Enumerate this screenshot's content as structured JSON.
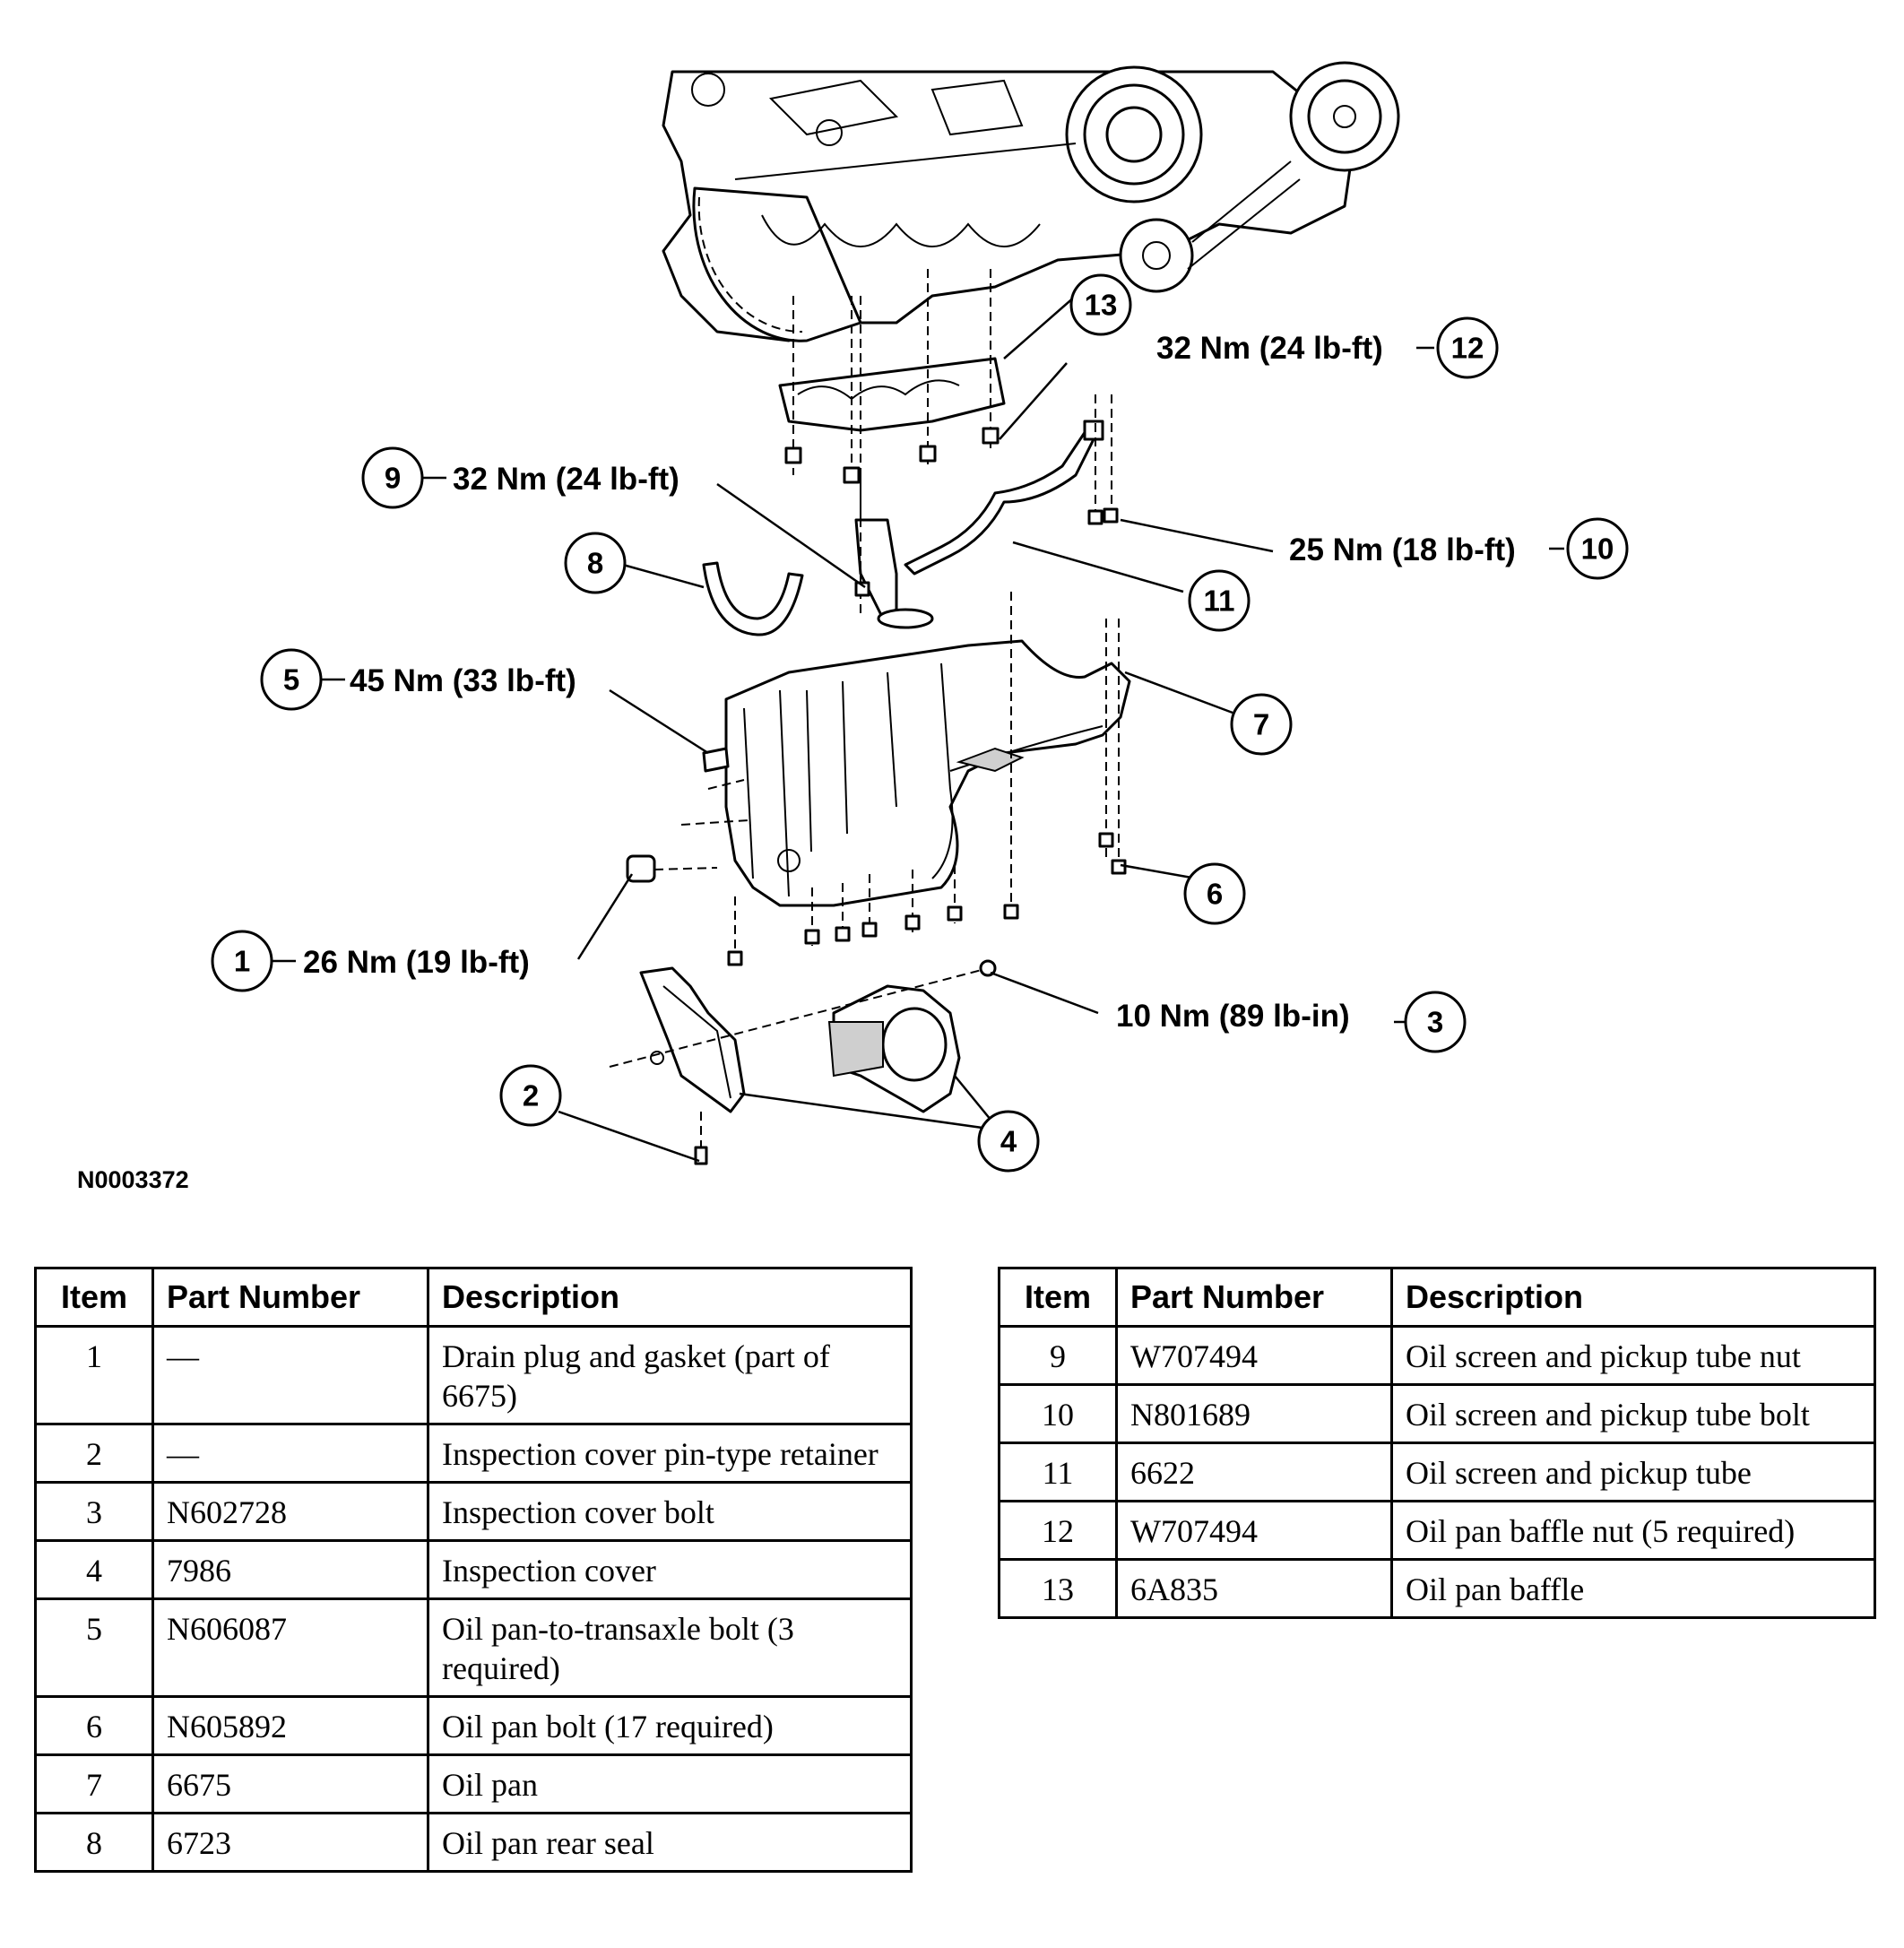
{
  "diagram": {
    "reference_code": "N0003372",
    "callouts": [
      {
        "item": "1",
        "torque": "26 Nm (19 lb-ft)"
      },
      {
        "item": "2",
        "torque": ""
      },
      {
        "item": "3",
        "torque": "10 Nm (89 lb-in)"
      },
      {
        "item": "4",
        "torque": ""
      },
      {
        "item": "5",
        "torque": "45 Nm (33 lb-ft)"
      },
      {
        "item": "6",
        "torque": ""
      },
      {
        "item": "7",
        "torque": ""
      },
      {
        "item": "8",
        "torque": ""
      },
      {
        "item": "9",
        "torque": "32 Nm (24 lb-ft)"
      },
      {
        "item": "10",
        "torque": "25 Nm (18 lb-ft)"
      },
      {
        "item": "11",
        "torque": ""
      },
      {
        "item": "12",
        "torque": "32 Nm (24 lb-ft)"
      },
      {
        "item": "13",
        "torque": ""
      }
    ]
  },
  "table": {
    "headers": {
      "item": "Item",
      "part_number": "Part Number",
      "description": "Description"
    },
    "left_rows": [
      {
        "item": "1",
        "part_number": "—",
        "description": "Drain plug and gasket (part of 6675)"
      },
      {
        "item": "2",
        "part_number": "—",
        "description": "Inspection cover pin-type retainer"
      },
      {
        "item": "3",
        "part_number": "N602728",
        "description": "Inspection cover bolt"
      },
      {
        "item": "4",
        "part_number": "7986",
        "description": "Inspection cover"
      },
      {
        "item": "5",
        "part_number": "N606087",
        "description": "Oil pan-to-transaxle bolt (3 required)"
      },
      {
        "item": "6",
        "part_number": "N605892",
        "description": "Oil pan bolt (17 required)"
      },
      {
        "item": "7",
        "part_number": "6675",
        "description": "Oil pan"
      },
      {
        "item": "8",
        "part_number": "6723",
        "description": "Oil pan rear seal"
      }
    ],
    "right_rows": [
      {
        "item": "9",
        "part_number": "W707494",
        "description": "Oil screen and pickup tube nut"
      },
      {
        "item": "10",
        "part_number": "N801689",
        "description": "Oil screen and pickup tube bolt"
      },
      {
        "item": "11",
        "part_number": "6622",
        "description": "Oil screen and pickup tube"
      },
      {
        "item": "12",
        "part_number": "W707494",
        "description": "Oil pan baffle nut (5 required)"
      },
      {
        "item": "13",
        "part_number": "6A835",
        "description": "Oil pan baffle"
      }
    ]
  }
}
